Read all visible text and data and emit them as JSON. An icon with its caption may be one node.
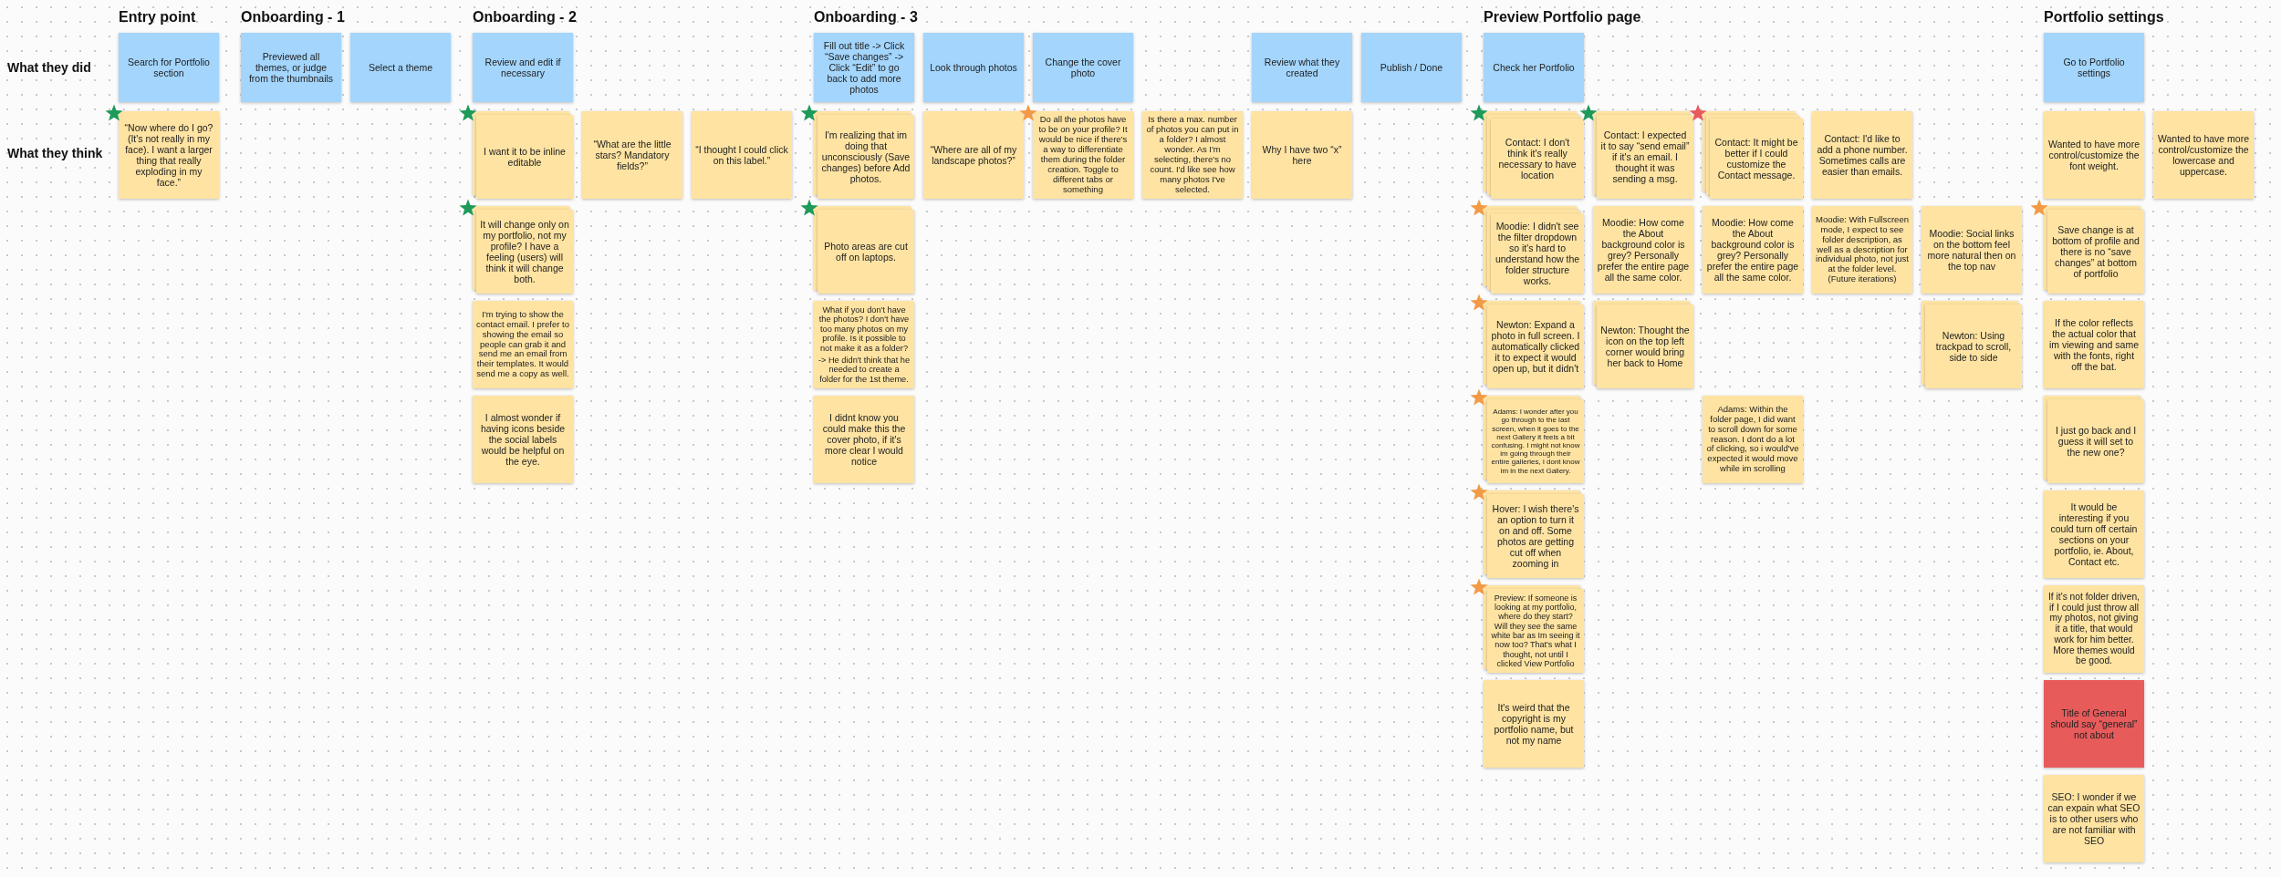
{
  "diagram": {
    "nodes": [
      {
        "text": [
          "Search for Portfolio section"
        ]
      },
      {
        "text": [
          "Previewed all themes, or judge from the thumbnails"
        ]
      },
      {
        "text": [
          "Select a theme"
        ]
      },
      {
        "text": [
          "Review and edit if necessary"
        ]
      },
      {
        "text": [
          "Fill out title -> Click “Save changes” -> Click “Edit” to go back to add more photos"
        ]
      },
      {
        "text": [
          "Look through photos"
        ]
      },
      {
        "text": [
          "Change the cover photo"
        ]
      },
      {
        "text": [
          "Review what they created"
        ]
      },
      {
        "text": [
          "Publish / Done"
        ]
      },
      {
        "text": [
          "Check her Portfolio"
        ]
      },
      {
        "text": [
          "Go to Portfolio settings"
        ]
      },
      {
        "text": [
          "“Now where do I go? (It's not really in my face). I want a larger thing that really exploding in my face.”"
        ]
      },
      {
        "text": [
          "I want it to be inline editable"
        ]
      },
      {
        "text": [
          "“What are the little stars? Mandatory fields?”"
        ]
      },
      {
        "text": [
          "“I thought I could click on this label.”"
        ]
      },
      {
        "text": [
          "It will change only on my portfolio, not my profile? I have a feeling (users) will think it will change both."
        ]
      },
      {
        "text": [
          "I'm trying to show the contact email. I prefer to showing the email so people can grab it and send me an email from their templates. It would send me a copy as well."
        ]
      },
      {
        "text": [
          "I almost wonder if having icons beside the social labels would be helpful on the eye."
        ]
      },
      {
        "text": [
          "I'm realizing that im doing that unconsciously (Save changes) before Add photos."
        ]
      },
      {
        "text": [
          "“Where are all of my landscape photos?”"
        ]
      },
      {
        "text": [
          "Do all the photos have to be on your profile? It would be nice if there's a way to differentiate them during the folder creation. Toggle to different tabs or something"
        ]
      },
      {
        "text": [
          "Is there a max. number of photos you can put in a folder? I almost wonder. As I'm selecting, there's no count. I'd like see how many photos I've selected."
        ]
      },
      {
        "text": [
          "Why I have two “x” here"
        ]
      },
      {
        "text": [
          "Photo areas are cut off on laptops."
        ]
      },
      {
        "text": [
          "What if you don't have the photos? I don't have too many photos on my profile. Is it possible to not make it as a folder?",
          "-> He didn't think that he needed to create a folder for the 1st theme."
        ]
      },
      {
        "text": [
          "I didnt know you could make this the cover photo, if it's more clear I would notice"
        ]
      },
      {
        "text": [
          "Contact: I don't think it's really necessary to have location"
        ]
      },
      {
        "text": [
          "Contact: I expected it to say “send email” if it's an email. I thought it was sending a msg."
        ]
      },
      {
        "text": [
          "Contact: It might be better if I could customize the Contact message."
        ]
      },
      {
        "text": [
          "Contact: I'd like to add a phone number. Sometimes calls are easier than emails."
        ]
      },
      {
        "text": [
          "Moodie: I didn't see the filter dropdown so it's hard to understand how the folder structure works."
        ]
      },
      {
        "text": [
          "Moodie: How come the About background color is grey? Personally prefer the entire page all the same color."
        ]
      },
      {
        "text": [
          "Moodie: How come the About background color is grey? Personally prefer the entire page all the same color."
        ]
      },
      {
        "text": [
          "Moodie: With Fullscreen mode, I expect to see folder description, as well as a description for individual photo, not just at the folder level. (Future iterations)"
        ]
      },
      {
        "text": [
          "Moodie: Social links on the bottom feel more natural then on the top nav"
        ]
      },
      {
        "text": [
          "Newton: Expand a photo in full screen. I automatically clicked it to expect it would open up, but it didn't"
        ]
      },
      {
        "text": [
          "Newton: Thought the icon on the top left corner would bring her back to Home"
        ]
      },
      {
        "text": [
          "Newton: Using trackpad to scroll, side to side"
        ]
      },
      {
        "text": [
          "Adams: I wonder after you go through to the last screen, when it goes to the next Gallery it feels a bit confusing. I might not know im going through their entire galleries, i dont know im in the next Gallery."
        ]
      },
      {
        "text": [
          "Adams: Within the folder page, I did want to scroll down for some reason. I dont do a lot of clicking, so i would've expected it would move while im scrolling"
        ]
      },
      {
        "text": [
          "Hover: I wish there's an option to turn it on and off. Some photos are getting cut off when zooming in"
        ]
      },
      {
        "text": [
          "Preview: If someone is looking at my portfolio, where do they start? Will they see the same white bar as Im seeing it now too? That's what I thought, not until I clicked View Portfolio"
        ]
      },
      {
        "text": [
          "It's weird that the copyright is my portfolio name, but not my name"
        ]
      },
      {
        "text": [
          "Wanted to have more control/customize the font weight."
        ]
      },
      {
        "text": [
          "Wanted to have more control/customize the lowercase and uppercase."
        ]
      },
      {
        "text": [
          "Save change is at bottom of profile and there is no “save changes” at bottom of portfolio"
        ]
      },
      {
        "text": [
          "If the color reflects the actual color that im viewing and same with the fonts, right off the bat."
        ]
      },
      {
        "text": [
          "I just go back and I guess it will set to the new one?"
        ]
      },
      {
        "text": [
          "It would be interesting if you could turn off certain sections on your portfolio, ie. About, Contact etc."
        ]
      },
      {
        "text": [
          "If it's not folder driven, if I could just throw all my photos, not giving it a title, that would work for him better. More themes would be good."
        ]
      },
      {
        "text": [
          "Title of General should say “general” not about"
        ]
      },
      {
        "text": [
          "SEO: I wonder if we can expain what SEO is to other users who are not familiar with SEO"
        ]
      }
    ],
    "labels": [
      "Entry point",
      "Onboarding - 1",
      "Onboarding - 2",
      "Onboarding - 3",
      "Preview Portfolio page",
      "Portfolio settings",
      "What they did",
      "What they think"
    ]
  }
}
